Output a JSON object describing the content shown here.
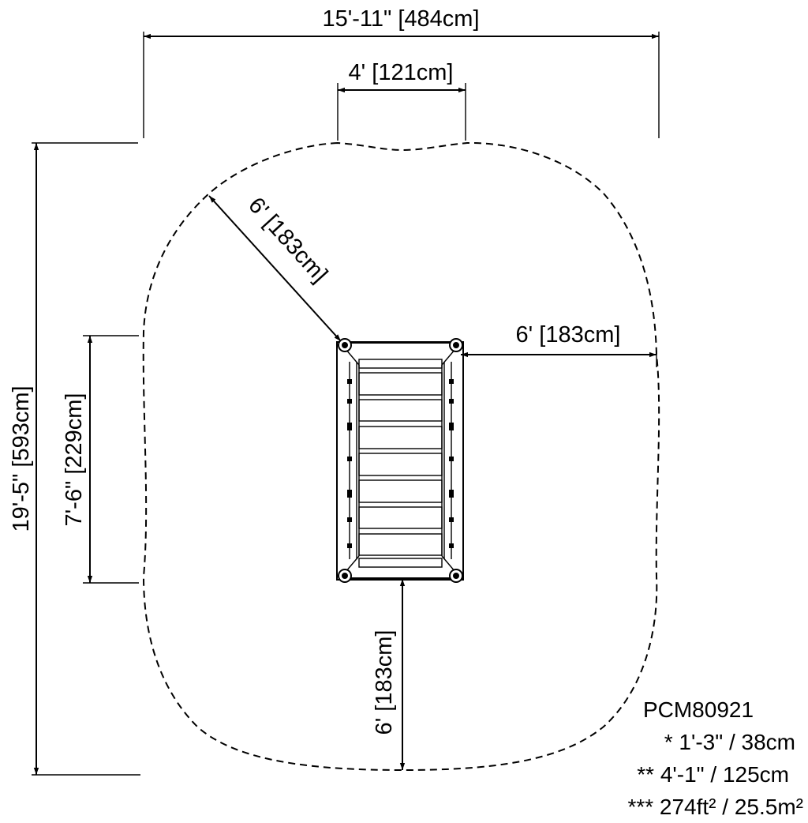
{
  "product": {
    "model": "PCM80921",
    "notes": [
      "* 1'-3\" / 38cm",
      "** 4'-1\" / 125cm",
      "*** 274ft² / 25.5m²"
    ]
  },
  "dimensions": {
    "overall_width": "15'-11\" [484cm]",
    "top_gap": "4' [121cm]",
    "overall_length": "19'-5\" [593cm]",
    "equipment_length": "7'-6\" [229cm]",
    "diagonal_clearance": "6' [183cm]",
    "side_clearance": "6' [183cm]",
    "bottom_clearance": "6' [183cm]"
  }
}
